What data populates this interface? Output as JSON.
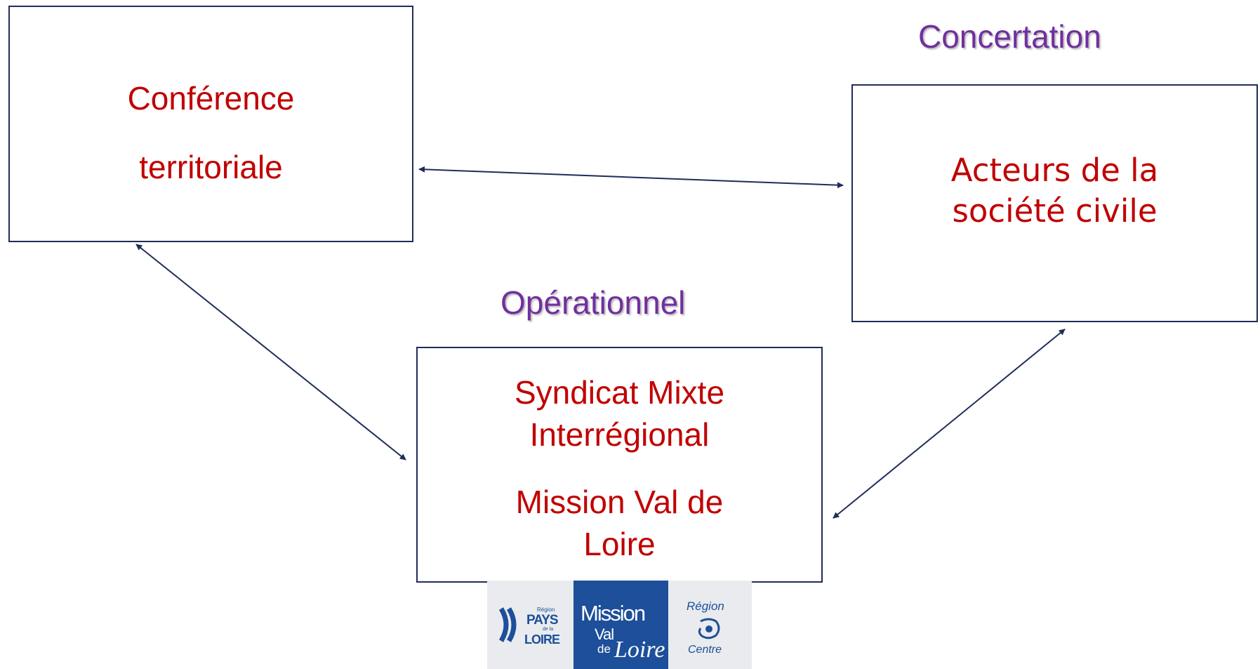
{
  "colors": {
    "box_border": "#1f2d5a",
    "box_text": "#c00000",
    "label_text": "#7030a0",
    "arrow": "#1f2d5a",
    "logo_blue": "#1d4f9a",
    "logo_grey": "#e9ebee"
  },
  "labels": {
    "concertation": "Concertation",
    "operationnel": "Opérationnel"
  },
  "boxes": {
    "conference": {
      "line1": "Conférence",
      "line2": "territoriale"
    },
    "acteurs": {
      "line1": "Acteurs de la",
      "line2": "société civile"
    },
    "syndicat": {
      "line1": "Syndicat Mixte",
      "line2": "Interrégional",
      "line3": "Mission Val de",
      "line4": "Loire"
    }
  },
  "logos": {
    "pays_loire": {
      "small": "Région",
      "pays": "PAYS",
      "dela": "de la",
      "loire": "LOIRE"
    },
    "mission": {
      "line1": "Mission",
      "line2": "Val",
      "line3": "de",
      "line4": "Loire"
    },
    "centre": {
      "region": "Région",
      "centre": "Centre"
    }
  },
  "icons": [
    "arrow-bidirectional",
    "pays-de-la-loire-logo",
    "mission-val-de-loire-logo",
    "region-centre-logo"
  ]
}
